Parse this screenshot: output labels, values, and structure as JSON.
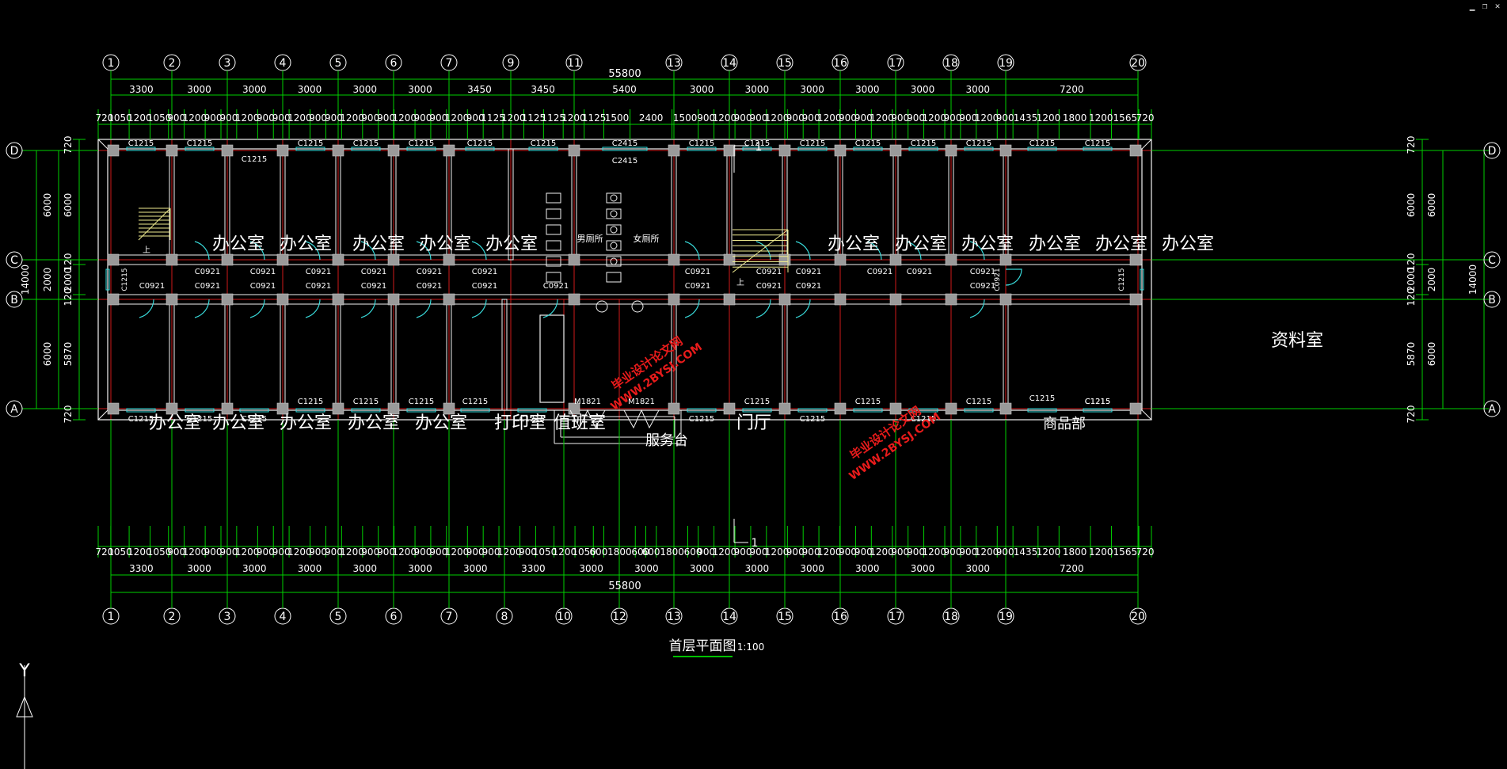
{
  "window": {
    "minimize_glyph": "▁",
    "restore_glyph": "❐",
    "close_glyph": "✕"
  },
  "colors": {
    "background": "#000000",
    "wall": "#f2f2f2",
    "axis_line": "#d01a1a",
    "dimension": "#00d000",
    "window_cyan": "#33e0e0",
    "column": "#9a9a9a",
    "door": "#38d8d8",
    "stair": "#f0ec90",
    "watermark": "#e81b1b"
  },
  "drawing": {
    "title": "首层平面图",
    "scale": "1:100",
    "section_mark": "1",
    "ucs_label": "Y"
  },
  "axes": {
    "top": [
      "1",
      "2",
      "3",
      "4",
      "5",
      "6",
      "7",
      "9",
      "11",
      "13",
      "14",
      "15",
      "16",
      "17",
      "18",
      "19",
      "20"
    ],
    "bottom": [
      "1",
      "2",
      "3",
      "4",
      "5",
      "6",
      "7",
      "8",
      "10",
      "12",
      "13",
      "14",
      "15",
      "16",
      "17",
      "18",
      "19",
      "20"
    ],
    "rows": [
      "D",
      "C",
      "B",
      "A"
    ]
  },
  "dimensions": {
    "total": "55800",
    "top_bays": [
      "3300",
      "3000",
      "3000",
      "3000",
      "3000",
      "3000",
      "3450",
      "3450",
      "5400",
      "3000",
      "3000",
      "3000",
      "3000",
      "3000",
      "3000",
      "7200"
    ],
    "top_details": [
      "720",
      "1050",
      "1200",
      "1050",
      "900",
      "1200",
      "900",
      "900",
      "1200",
      "900",
      "900",
      "1200",
      "900",
      "900",
      "1200",
      "900",
      "900",
      "1200",
      "900",
      "900",
      "1200",
      "900",
      "1125",
      "1200",
      "1125",
      "1125",
      "1200",
      "1125",
      "1500",
      "2400",
      "1500",
      "900",
      "1200",
      "900",
      "900",
      "1200",
      "900",
      "900",
      "1200",
      "900",
      "900",
      "1200",
      "900",
      "900",
      "1200",
      "900",
      "900",
      "1200",
      "900",
      "1435",
      "1200",
      "1800",
      "1200",
      "1565",
      "720"
    ],
    "bottom_bays": [
      "3300",
      "3000",
      "3000",
      "3000",
      "3000",
      "3000",
      "3000",
      "3300",
      "3000",
      "3000",
      "3000",
      "3000",
      "3000",
      "3000",
      "3000",
      "3000",
      "7200"
    ],
    "bottom_details": [
      "720",
      "1050",
      "1200",
      "1050",
      "900",
      "1200",
      "900",
      "900",
      "1200",
      "900",
      "900",
      "1200",
      "900",
      "900",
      "1200",
      "900",
      "900",
      "1200",
      "900",
      "900",
      "1200",
      "900",
      "900",
      "1200",
      "900",
      "1050",
      "1200",
      "1050",
      "600",
      "1800",
      "600",
      "600",
      "1800",
      "600",
      "900",
      "1200",
      "900",
      "900",
      "1200",
      "900",
      "900",
      "1200",
      "900",
      "900",
      "1200",
      "900",
      "900",
      "1200",
      "900",
      "900",
      "1200",
      "900",
      "1435",
      "1200",
      "1800",
      "1200",
      "1565",
      "720"
    ],
    "left_outer": [
      "6000",
      "2000",
      "6000"
    ],
    "left_inner": [
      "720",
      "6000",
      "120",
      "2000",
      "120",
      "5870",
      "720"
    ],
    "left_total": "14000",
    "right_outer": [
      "6000",
      "2000",
      "6000"
    ],
    "right_inner": [
      "720",
      "6000",
      "120",
      "2000",
      "120",
      "5870",
      "720"
    ],
    "right_total": "14000"
  },
  "rooms": {
    "office": "办公室",
    "men_wc": "男厕所",
    "women_wc": "女厕所",
    "archive": "资料室",
    "print": "打印室",
    "duty": "值班室",
    "service": "服务台",
    "lobby": "门厅",
    "shop": "商品部"
  },
  "tags": {
    "c1215": "C1215",
    "c0921": "C0921",
    "c2415": "C2415",
    "m1821": "M1821",
    "up": "上"
  },
  "watermark": {
    "line1": "毕业设计论文网",
    "line2": "WWW.2BYSJ.COM"
  }
}
